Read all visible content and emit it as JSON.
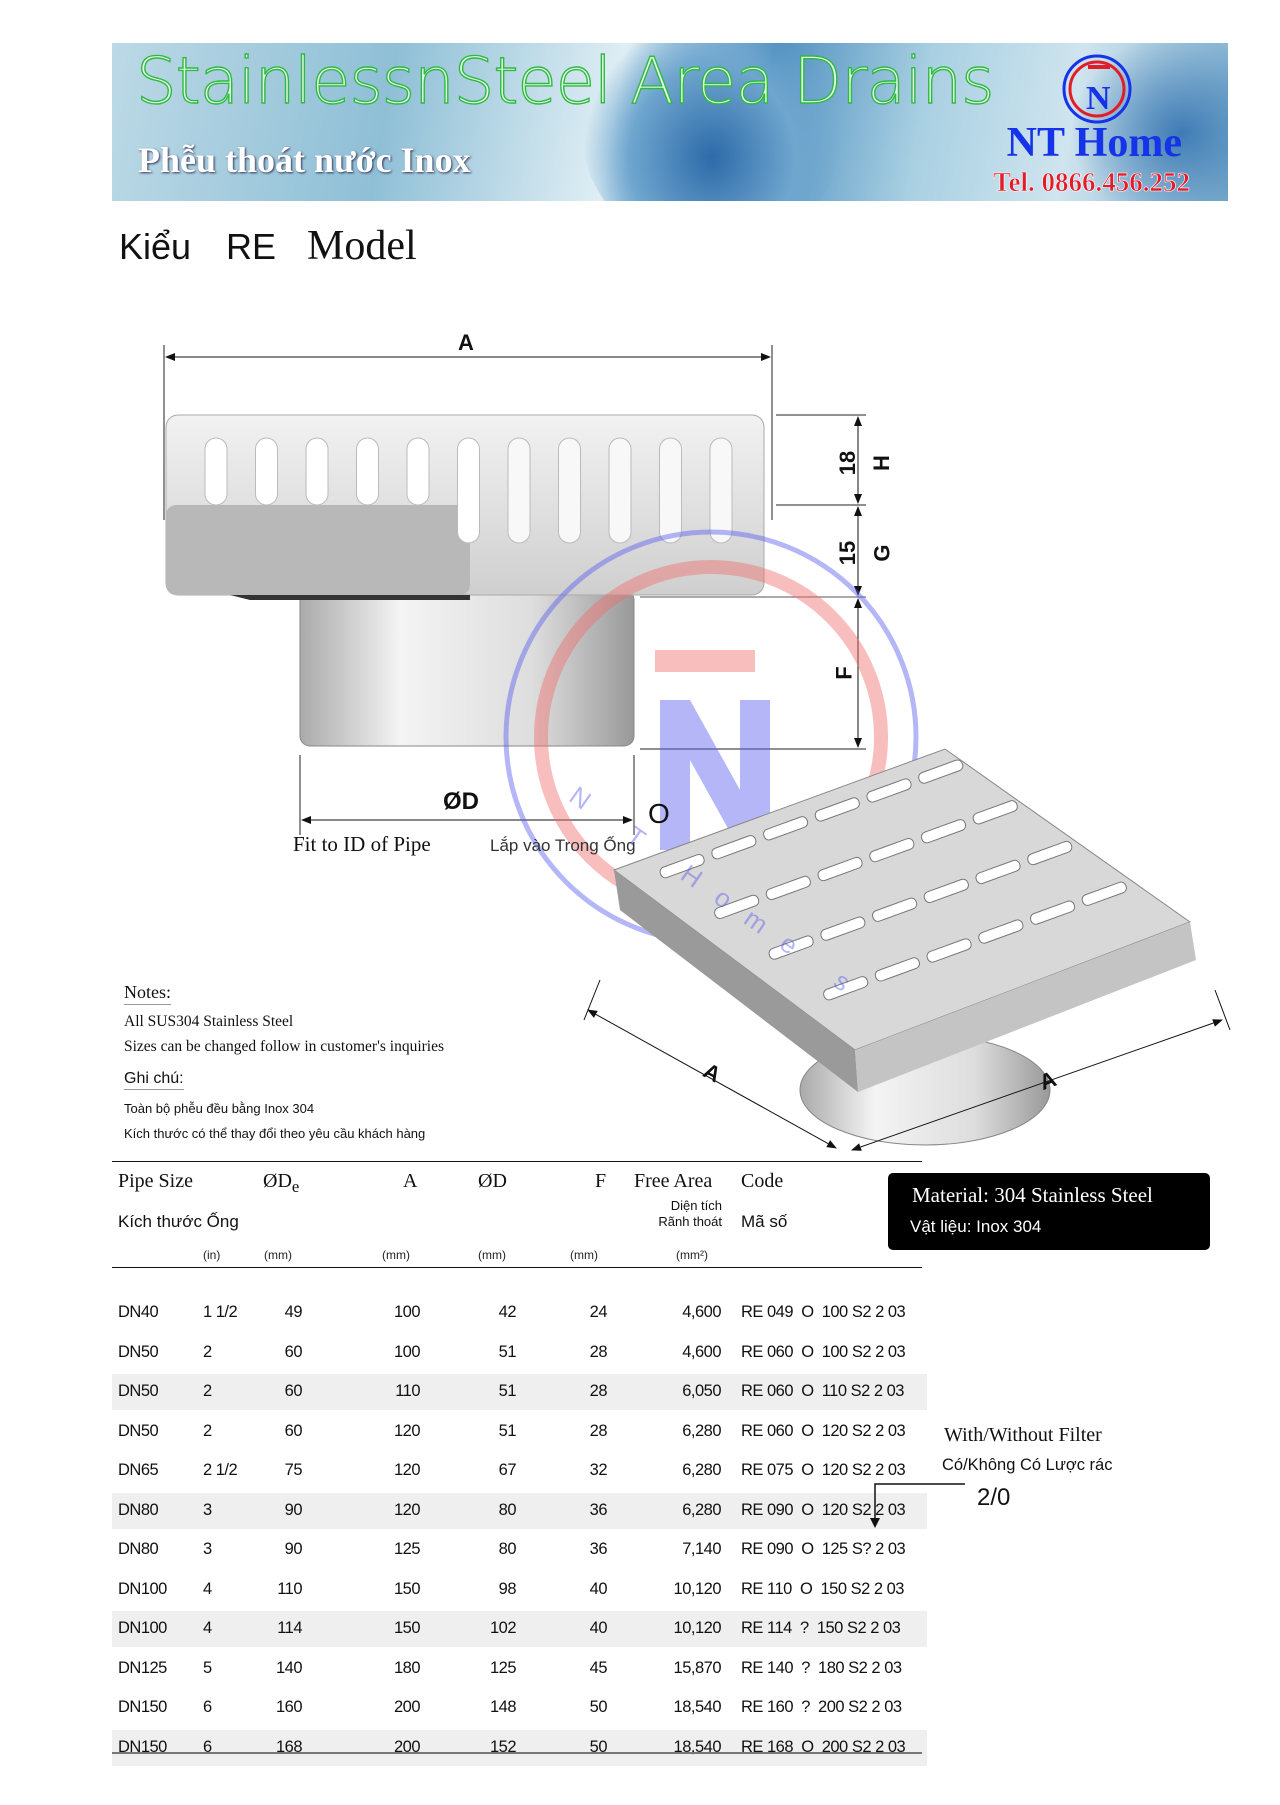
{
  "banner": {
    "title_en": "StainlessnSteel Area Drains",
    "title_vi": "Phễu thoát nước Inox",
    "brand": "NT Home",
    "phone": "Tel. 0866.456.252",
    "logo_letters": "NT Home"
  },
  "model": {
    "prefix": "Kiểu",
    "code": "RE",
    "word": "Model"
  },
  "drawing": {
    "dim_a": "A",
    "dim_h_value": "18",
    "dim_h": "H",
    "dim_g_value": "15",
    "dim_g": "G",
    "dim_f": "F",
    "dim_d": "ØD",
    "fit_en": "Fit to ID of Pipe",
    "fit_vi": "Lắp vào Trong Ống",
    "filter_marker": "O",
    "iso_a1": "A",
    "iso_a2": "A",
    "watermark": "N T Home s"
  },
  "notes": {
    "heading_en": "Notes:",
    "lines_en": [
      "All SUS304 Stainless Steel",
      "Sizes can be changed follow in customer's inquiries"
    ],
    "heading_vi": "Ghi chú:",
    "lines_vi": [
      "Toàn bộ phễu đều bằng Inox 304",
      "Kích thước có thể thay đổi theo yêu cầu khách hàng"
    ]
  },
  "material": {
    "en": "Material: 304 Stainless Steel",
    "vi": "Vật liệu: Inox 304"
  },
  "filter_note": {
    "en": "With/Without Filter",
    "vi": "Có/Không Có Lược rác",
    "value": "2/0"
  },
  "table": {
    "headers": {
      "pipe_size": "Pipe Size",
      "pipe_size_vi": "Kích thước Ống",
      "de": "ØD",
      "de_sub": "e",
      "a": "A",
      "d": "ØD",
      "f": "F",
      "free_area": "Free Area",
      "free_area_vi1": "Diện tích",
      "free_area_vi2": "Rãnh thoát",
      "code": "Code",
      "code_vi": "Mã số"
    },
    "units": {
      "in": "(in)",
      "de": "(mm)",
      "a": "(mm)",
      "d": "(mm)",
      "f": "(mm)",
      "area": "(mm²)"
    },
    "rows": [
      {
        "dn": "DN40",
        "in": "1 1/2",
        "de": "49",
        "a": "100",
        "d": "42",
        "f": "24",
        "area": "4,600",
        "code": "RE 049  O  100 S2 2 03",
        "shade": false
      },
      {
        "dn": "DN50",
        "in": "2",
        "de": "60",
        "a": "100",
        "d": "51",
        "f": "28",
        "area": "4,600",
        "code": "RE 060  O  100 S2 2 03",
        "shade": false
      },
      {
        "dn": "DN50",
        "in": "2",
        "de": "60",
        "a": "110",
        "d": "51",
        "f": "28",
        "area": "6,050",
        "code": "RE 060  O  110 S2 2 03",
        "shade": true
      },
      {
        "dn": "DN50",
        "in": "2",
        "de": "60",
        "a": "120",
        "d": "51",
        "f": "28",
        "area": "6,280",
        "code": "RE 060  O  120 S2 2 03",
        "shade": false
      },
      {
        "dn": "DN65",
        "in": "2 1/2",
        "de": "75",
        "a": "120",
        "d": "67",
        "f": "32",
        "area": "6,280",
        "code": "RE 075  O  120 S2 2 03",
        "shade": false
      },
      {
        "dn": "DN80",
        "in": "3",
        "de": "90",
        "a": "120",
        "d": "80",
        "f": "36",
        "area": "6,280",
        "code": "RE 090  O  120 S2 2 03",
        "shade": true
      },
      {
        "dn": "DN80",
        "in": "3",
        "de": "90",
        "a": "125",
        "d": "80",
        "f": "36",
        "area": "7,140",
        "code": "RE 090  O  125 S? 2 03",
        "shade": false
      },
      {
        "dn": "DN100",
        "in": "4",
        "de": "110",
        "a": "150",
        "d": "98",
        "f": "40",
        "area": "10,120",
        "code": "RE 110  O  150 S2 2 03",
        "shade": false
      },
      {
        "dn": "DN100",
        "in": "4",
        "de": "114",
        "a": "150",
        "d": "102",
        "f": "40",
        "area": "10,120",
        "code": "RE 114  ?  150 S2 2 03",
        "shade": true
      },
      {
        "dn": "DN125",
        "in": "5",
        "de": "140",
        "a": "180",
        "d": "125",
        "f": "45",
        "area": "15,870",
        "code": "RE 140  ?  180 S2 2 03",
        "shade": false
      },
      {
        "dn": "DN150",
        "in": "6",
        "de": "160",
        "a": "200",
        "d": "148",
        "f": "50",
        "area": "18,540",
        "code": "RE 160  ?  200 S2 2 03",
        "shade": false
      },
      {
        "dn": "DN150",
        "in": "6",
        "de": "168",
        "a": "200",
        "d": "152",
        "f": "50",
        "area": "18,540",
        "code": "RE 168  O  200 S2 2 03",
        "shade": true
      }
    ]
  },
  "colors": {
    "brand_blue": "#1533e8",
    "phone_red": "#e21d2a",
    "title_green": "#35c94a",
    "row_shade": "#efefef"
  }
}
